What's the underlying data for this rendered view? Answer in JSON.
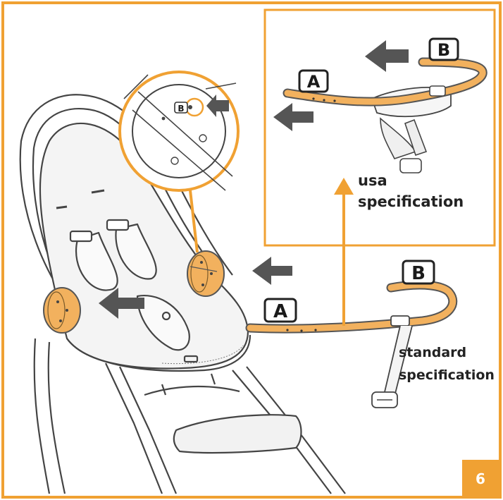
{
  "step_number": "6",
  "detail_label": "B",
  "labels": {
    "usa_a": "A",
    "usa_b": "B",
    "std_a": "A",
    "std_b": "B"
  },
  "usa_caption": [
    "usa",
    "specification"
  ],
  "standard_caption": [
    "standard",
    "specification"
  ],
  "colors": {
    "accent": "#F0A133",
    "tube": "#F2B15E",
    "arrow": "#555555",
    "line": "#444444"
  }
}
